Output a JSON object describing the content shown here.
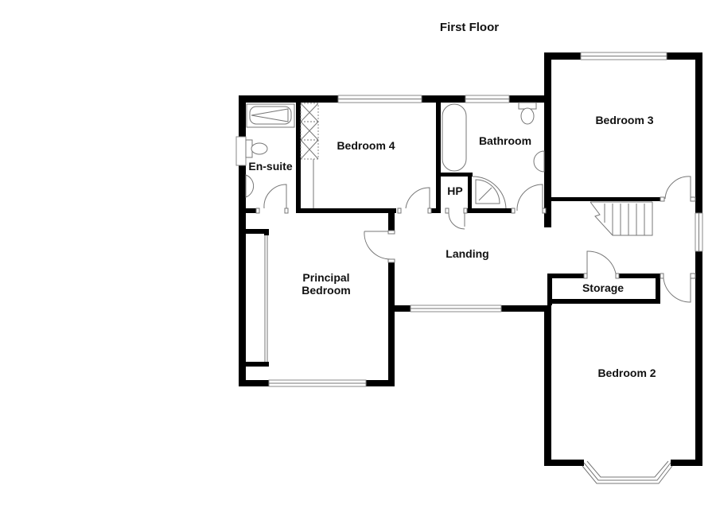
{
  "floor_title": "First Floor",
  "colors": {
    "wall": "#000000",
    "background": "#ffffff",
    "fixture_line": "#777777"
  },
  "rooms": [
    {
      "id": "en-suite",
      "label": "En-suite"
    },
    {
      "id": "bedroom-4",
      "label": "Bedroom 4"
    },
    {
      "id": "bathroom",
      "label": "Bathroom"
    },
    {
      "id": "hp",
      "label": "HP"
    },
    {
      "id": "bedroom-3",
      "label": "Bedroom 3"
    },
    {
      "id": "landing",
      "label": "Landing"
    },
    {
      "id": "principal-bedroom",
      "label_line1": "Principal",
      "label_line2": "Bedroom"
    },
    {
      "id": "storage",
      "label": "Storage"
    },
    {
      "id": "bedroom-2",
      "label": "Bedroom 2"
    }
  ]
}
